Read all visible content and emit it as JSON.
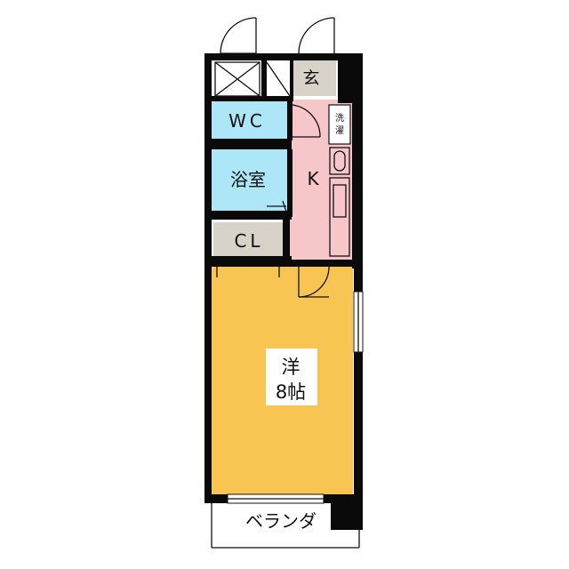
{
  "rooms": {
    "entrance": "玄",
    "wc": "WC",
    "laundry": "洗濯",
    "bath": "浴室",
    "kitchen": "K",
    "closet": "CL",
    "western_room": "洋",
    "western_room_size": "8帖",
    "balcony": "ベランダ"
  },
  "colors": {
    "wc": "#ade6f7",
    "bath": "#ade6f7",
    "kitchen": "#f7c6c9",
    "western_room": "#f8c552",
    "closet": "#d8d3c8",
    "entrance": "#d8d3c8",
    "wall": "#0a0a0a"
  }
}
